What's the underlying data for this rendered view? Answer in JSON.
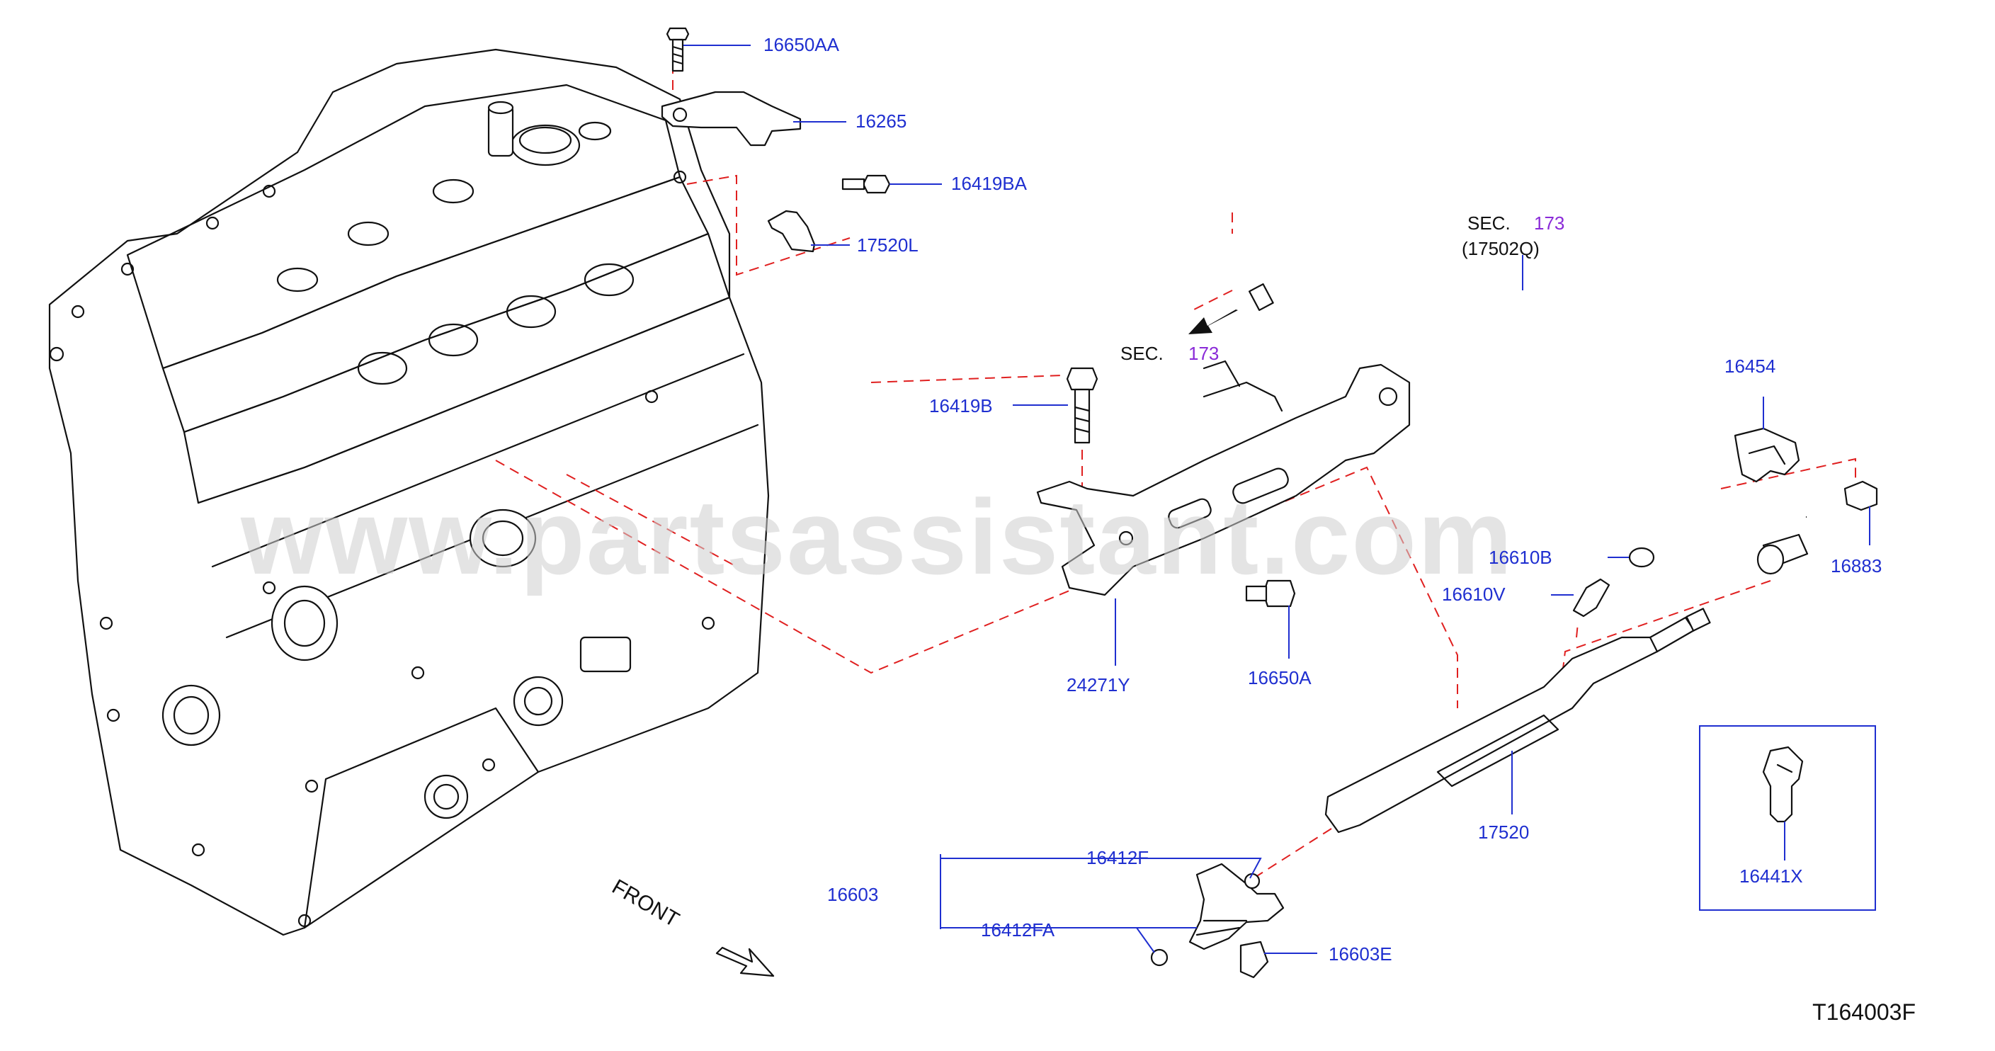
{
  "diagram": {
    "drawing_code": "T164003F",
    "watermark": "www.partsassistant.com",
    "front_label": "FRONT",
    "sections": [
      {
        "prefix": "SEC.",
        "number": "173",
        "sub": "(17502Q)"
      },
      {
        "prefix": "SEC.",
        "number": "173"
      }
    ],
    "part_labels": {
      "p16650AA": "16650AA",
      "p16265": "16265",
      "p16419BA": "16419BA",
      "p17520L": "17520L",
      "p16419B": "16419B",
      "p24271Y": "24271Y",
      "p16650A": "16650A",
      "p16454": "16454",
      "p16883": "16883",
      "p16610B": "16610B",
      "p16610V": "16610V",
      "p17520": "17520",
      "p16441X": "16441X",
      "p16603": "16603",
      "p16412F": "16412F",
      "p16412FA": "16412FA",
      "p16603E": "16603E"
    },
    "colors": {
      "label": "#1f2fd0",
      "section_number": "#8a2ad8",
      "dashed_reference": "#e02020",
      "line_art": "#111111"
    }
  }
}
